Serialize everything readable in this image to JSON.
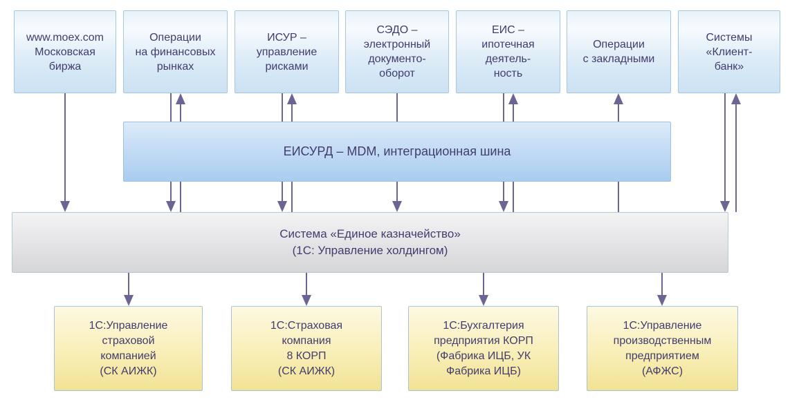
{
  "diagram": {
    "top_row": [
      {
        "label": "www.moex.com\nМосковская\nбиржа"
      },
      {
        "label": "Операции\nна финансовых\nрынках"
      },
      {
        "label": "ИСУР –\nуправление\nрисками"
      },
      {
        "label": "СЭДО –\nэлектронный\nдокументо-\nоборот"
      },
      {
        "label": "ЕИС –\nипотечная\nдеятель-\nность"
      },
      {
        "label": "Операции\nс закладными"
      },
      {
        "label": "Системы\n«Клиент-\nбанк»"
      }
    ],
    "integration_bus": {
      "label": "ЕИСУРД – MDM, интеграционная шина"
    },
    "treasury": {
      "label": "Система «Единое казначейство»\n(1С: Управление холдингом)"
    },
    "bottom_row": [
      {
        "label": "1С:Управление\nстраховой\nкомпанией\n(СК АИЖК)"
      },
      {
        "label": "1С:Страховая\nкомпания\n8 КОРП\n(СК АИЖК)"
      },
      {
        "label": "1С:Бухгалтерия\nпредприятия КОРП\n(Фабрика ИЦБ, УК\nФабрика ИЦБ)"
      },
      {
        "label": "1С:Управление\nпроизводственным\nпредприятием\n(АФЖС)"
      }
    ],
    "colors": {
      "text": "#423c6d",
      "arrow": "#6a6593",
      "top_box_fill_top": "#e7f2fa",
      "top_box_fill_bottom": "#cbe2f3",
      "bus_fill_top": "#dcebf9",
      "bus_fill_bottom": "#a9ccef",
      "treasury_fill_top": "#f3f3f4",
      "treasury_fill_bottom": "#d6d6d9",
      "bottom_box_fill_top": "#fdf9e2",
      "bottom_box_fill_bottom": "#f1e294"
    }
  }
}
